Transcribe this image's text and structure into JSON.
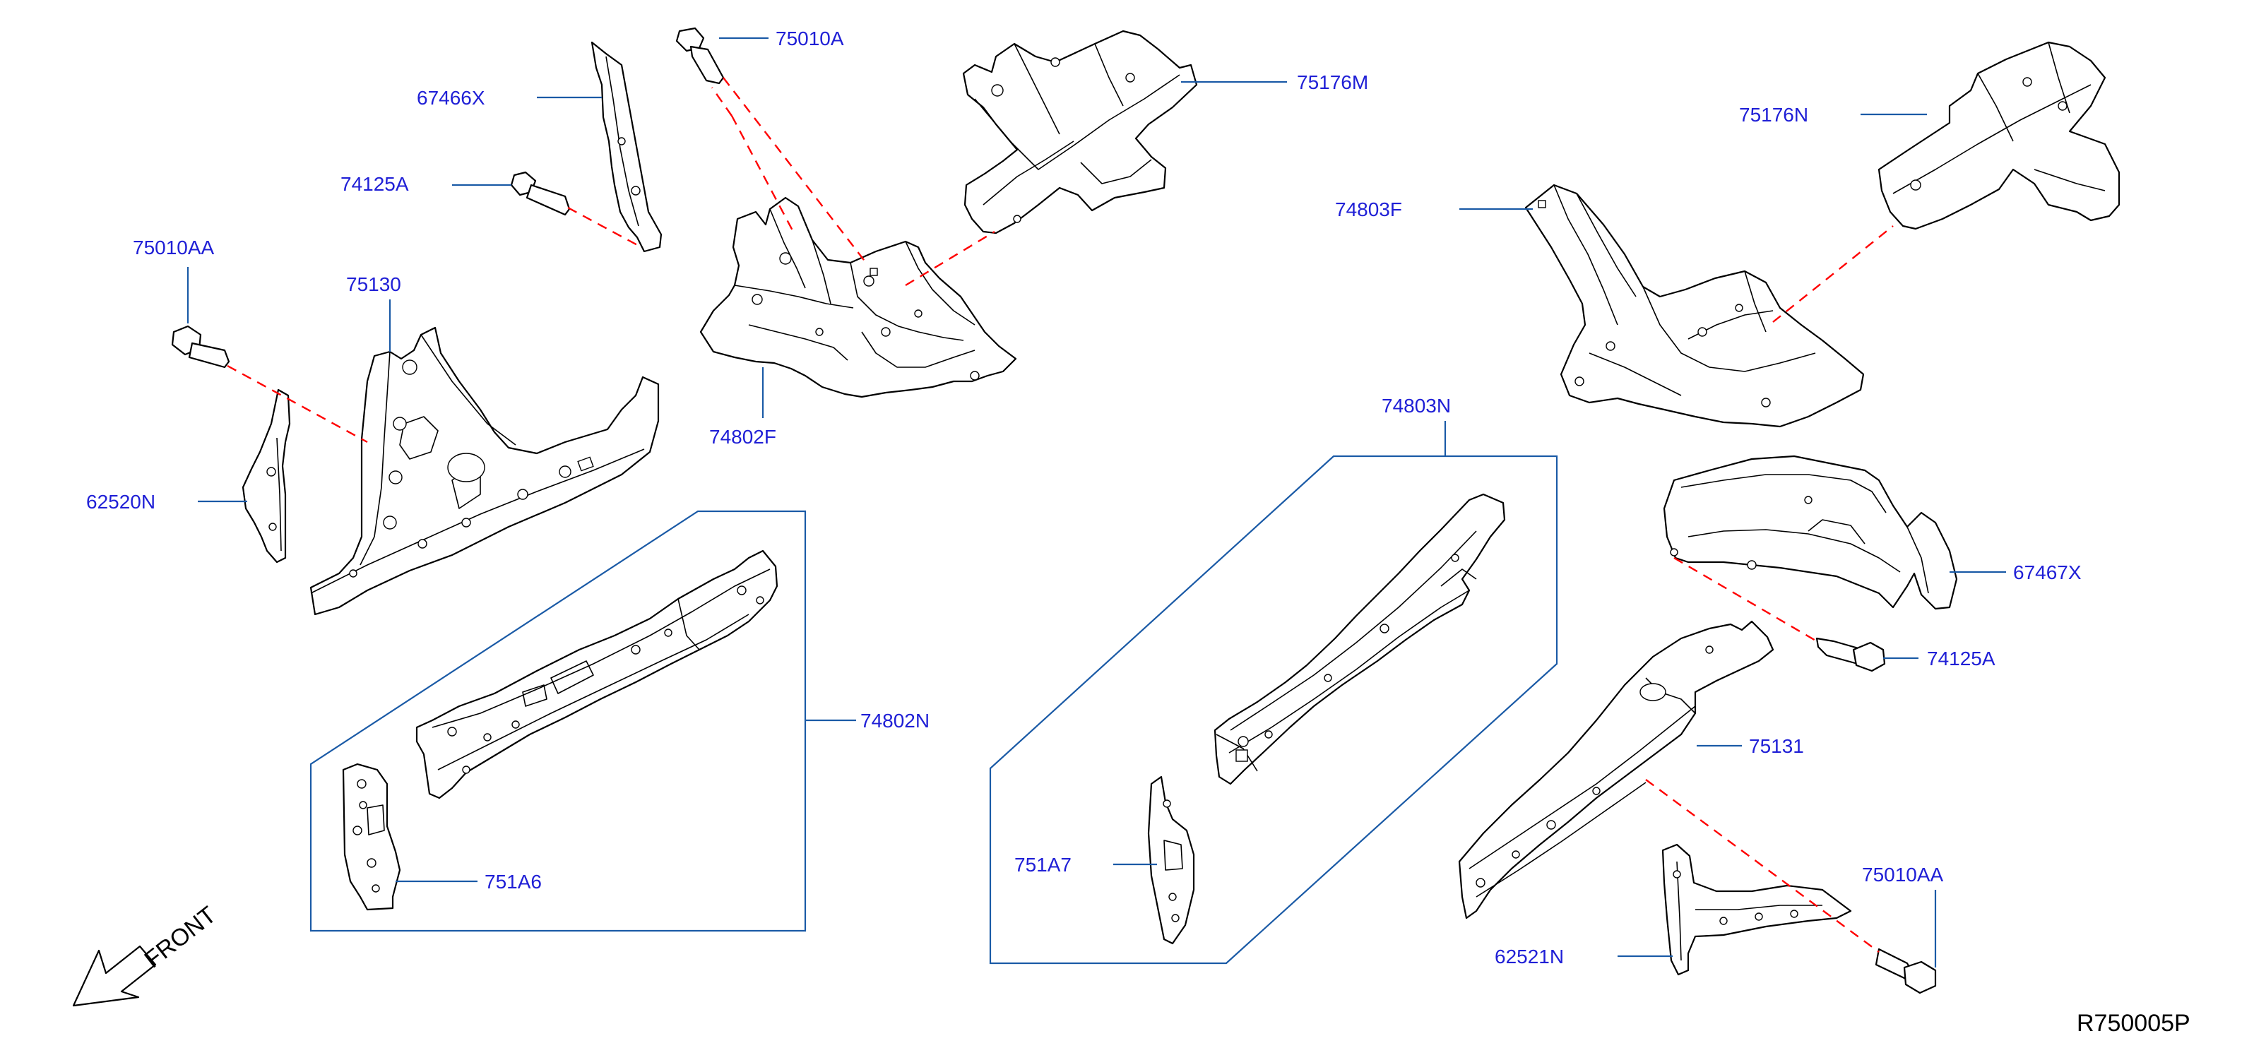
{
  "labels": {
    "p75010A": "75010A",
    "p67466X": "67466X",
    "p74125A_left": "74125A",
    "p75010AA_left": "75010AA",
    "p75130": "75130",
    "p62520N": "62520N",
    "p74802F": "74802F",
    "p75176M": "75176M",
    "p74802N": "74802N",
    "p751A6": "751A6",
    "p75176N": "75176N",
    "p74803F": "74803F",
    "p74803N": "74803N",
    "p751A7": "751A7",
    "p67467X": "67467X",
    "p74125A_right": "74125A",
    "p75131": "75131",
    "p75010AA_right": "75010AA",
    "p62521N": "62521N"
  },
  "front_label": "FRONT",
  "reference_code": "R750005P",
  "colors": {
    "label_text": "#1f1fd6",
    "leader_line": "#1a5aa6",
    "fastener_path": "#ff0000",
    "outline": "#000000"
  },
  "icons": {
    "direction": "front-arrow-icon",
    "bolt": "bolt-icon"
  }
}
